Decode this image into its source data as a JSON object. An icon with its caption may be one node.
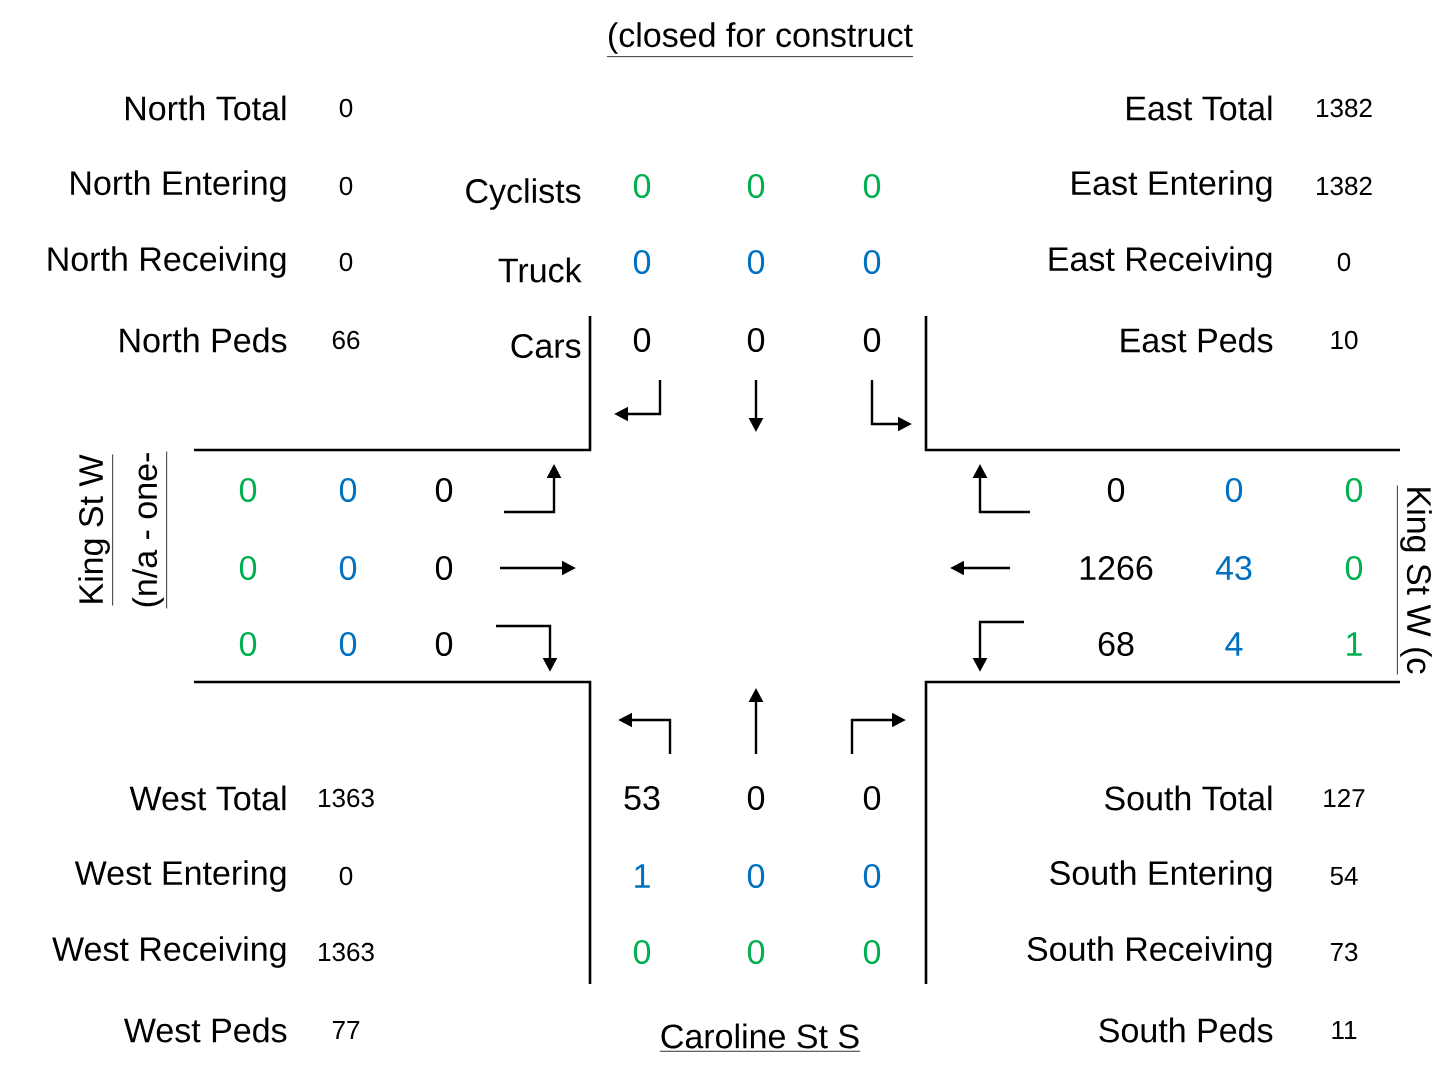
{
  "diagram": {
    "labels": [
      "(closed for construct",
      "North Total",
      "0",
      "East Total",
      "1382",
      "North Entering",
      "0",
      "Cyclists",
      "0",
      "0",
      "0",
      "East Entering",
      "1382",
      "North Receiving",
      "0",
      "Truck",
      "0",
      "0",
      "0",
      "East Receiving",
      "0",
      "North Peds",
      "66",
      "Cars",
      "0",
      "0",
      "0",
      "East Peds",
      "10",
      "King St W",
      "(n/a - one-",
      "King St W (c",
      "0",
      "0",
      "0",
      "0",
      "0",
      "0",
      "0",
      "0",
      "0",
      "1266",
      "43",
      "0",
      "0",
      "0",
      "0",
      "68",
      "4",
      "1",
      "West Total",
      "1363",
      "53",
      "0",
      "0",
      "South Total",
      "127",
      "West Entering",
      "0",
      "1",
      "0",
      "0",
      "South Entering",
      "54",
      "West Receiving",
      "1363",
      "0",
      "0",
      "0",
      "South Receiving",
      "73",
      "West Peds",
      "77",
      "Caroline St S",
      "South Peds",
      "11"
    ]
  }
}
